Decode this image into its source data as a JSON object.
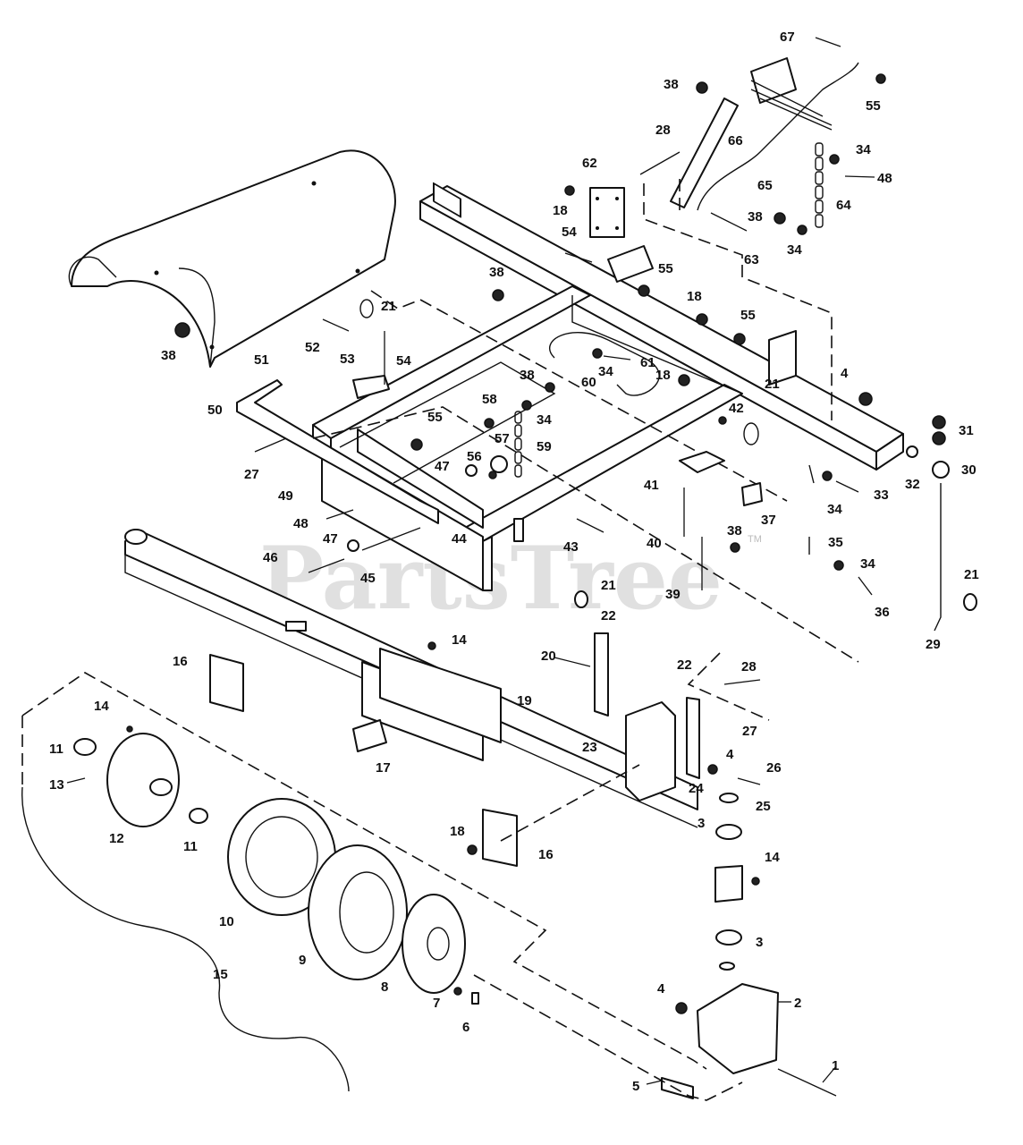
{
  "watermark": "PartsTree",
  "trademark": "TM",
  "callouts": [
    "1",
    "2",
    "3",
    "4",
    "5",
    "6",
    "7",
    "8",
    "9",
    "10",
    "11",
    "12",
    "13",
    "14",
    "15",
    "16",
    "17",
    "18",
    "19",
    "20",
    "21",
    "22",
    "23",
    "24",
    "25",
    "26",
    "27",
    "28",
    "29",
    "30",
    "31",
    "32",
    "33",
    "34",
    "35",
    "36",
    "37",
    "38",
    "39",
    "40",
    "41",
    "42",
    "43",
    "44",
    "45",
    "46",
    "47",
    "48",
    "49",
    "50",
    "51",
    "52",
    "53",
    "54",
    "55",
    "56",
    "57",
    "58",
    "59",
    "60",
    "61",
    "62",
    "63",
    "64",
    "65",
    "66",
    "67"
  ]
}
